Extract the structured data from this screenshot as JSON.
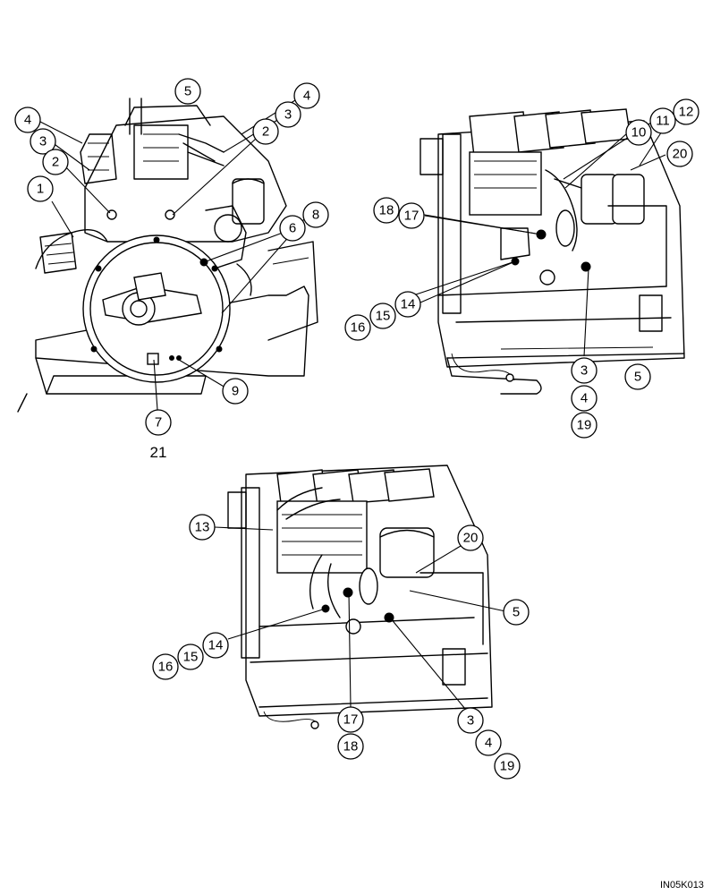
{
  "figure_code": "IN05K013",
  "label_21": "21",
  "view_left": {
    "callouts": [
      "1",
      "2",
      "2",
      "3",
      "3",
      "4",
      "4",
      "5",
      "6",
      "7",
      "8",
      "9"
    ]
  },
  "view_right": {
    "callouts": [
      "3",
      "4",
      "5",
      "10",
      "11",
      "12",
      "14",
      "15",
      "16",
      "17",
      "18",
      "19",
      "20"
    ]
  },
  "view_bottom": {
    "callouts": [
      "3",
      "4",
      "5",
      "13",
      "14",
      "15",
      "16",
      "17",
      "18",
      "19",
      "20"
    ]
  }
}
